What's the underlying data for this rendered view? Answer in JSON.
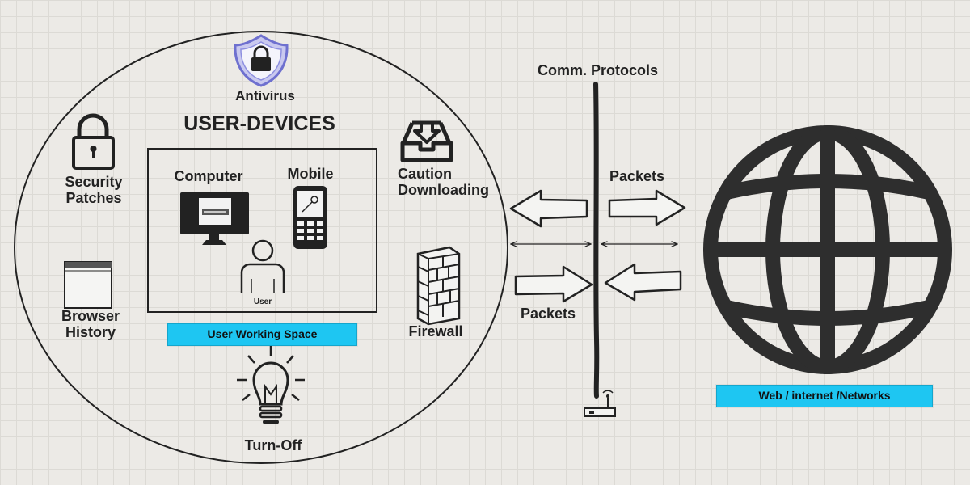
{
  "diagram": {
    "heading": "USER-DEVICES",
    "antivirus": "Antivirus",
    "security_patches": "Security\nPatches",
    "browser_history": "Browser\nHistory",
    "turn_off": "Turn-Off",
    "computer": "Computer",
    "mobile": "Mobile",
    "user": "User",
    "user_working_space": "User Working Space",
    "caution_downloading": "Caution\nDownloading",
    "firewall": "Firewall",
    "comm_protocols": "Comm. Protocols",
    "packets_top": "Packets",
    "packets_bottom": "Packets",
    "web_networks": "Web / internet /Networks"
  },
  "colors": {
    "ink": "#222222",
    "accent": "#1ec6f2",
    "shield": "#7d7fd8",
    "background": "#eceae6"
  },
  "icons": [
    "shield-lock-icon",
    "padlock-icon",
    "browser-window-icon",
    "lightbulb-icon",
    "monitor-icon",
    "mobile-phone-icon",
    "user-icon",
    "download-tray-icon",
    "firewall-icon",
    "router-icon",
    "globe-icon"
  ]
}
